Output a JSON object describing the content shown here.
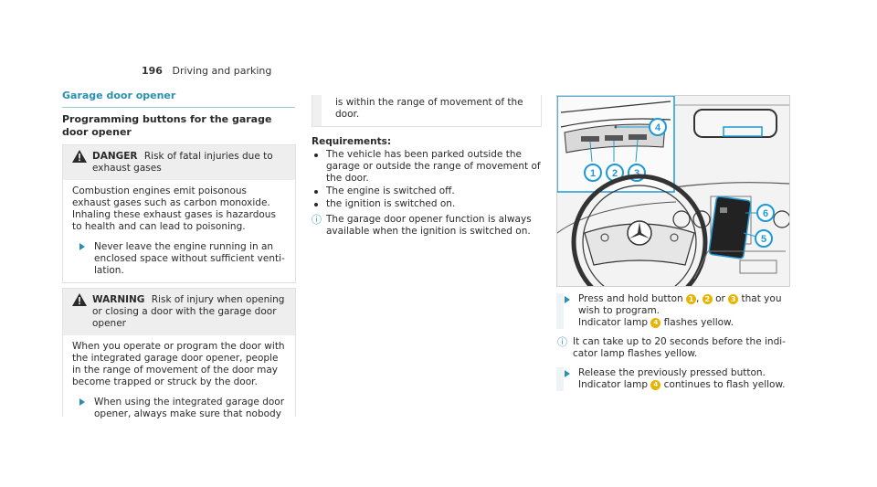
{
  "header": {
    "page_number": "196",
    "section": "Driving and parking"
  },
  "garage": {
    "title": "Garage door opener",
    "subtitle": "Programming buttons for the garage door opener"
  },
  "danger": {
    "label": "DANGER",
    "headline": "Risk of fatal injuries due to exhaust gases",
    "body": "Combustion engines emit poisonous exhaust gases such as carbon monoxide. Inhaling these exhaust gases is hazardous to health and can lead to poisoning.",
    "action": "Never leave the engine running in an enclosed space without sufficient venti-lation."
  },
  "warning": {
    "label": "WARNING",
    "headline": "Risk of injury when opening or closing a door with the garage door opener",
    "body": "When you operate or program the door with the integrated garage door opener, people in the range of movement of the door may become trapped or struck by the door.",
    "action": "When using the integrated garage door opener, always make sure that nobody",
    "continuation": "is within the range of movement of the door."
  },
  "requirements": {
    "heading": "Requirements:",
    "items": [
      "The vehicle has been parked outside the garage or outside the range of movement of the door.",
      "The engine is switched off.",
      "the ignition is switched on."
    ],
    "info": "The garage door opener function is always available when the ignition is switched on."
  },
  "figure": {
    "callouts": [
      "1",
      "2",
      "3",
      "4",
      "5",
      "6"
    ]
  },
  "steps": {
    "s1_pre": "Press and hold button",
    "s1_b1": "1",
    "s1_sep1": ",",
    "s1_b2": "2",
    "s1_or": "or",
    "s1_b3": "3",
    "s1_post": "that you wish to program.",
    "s1_lamp_pre": "Indicator lamp",
    "s1_lamp_num": "4",
    "s1_lamp_post": "flashes yellow.",
    "info": "It can take up to 20 seconds before the indi-cator lamp flashes yellow.",
    "s2": "Release the previously pressed button.",
    "s2_lamp_pre": "Indicator lamp",
    "s2_lamp_num": "4",
    "s2_lamp_post": "continues to flash yellow."
  },
  "colors": {
    "accent": "#2a8fb0",
    "callout": "#1d9ad6",
    "number_badge": "#e9b400"
  }
}
